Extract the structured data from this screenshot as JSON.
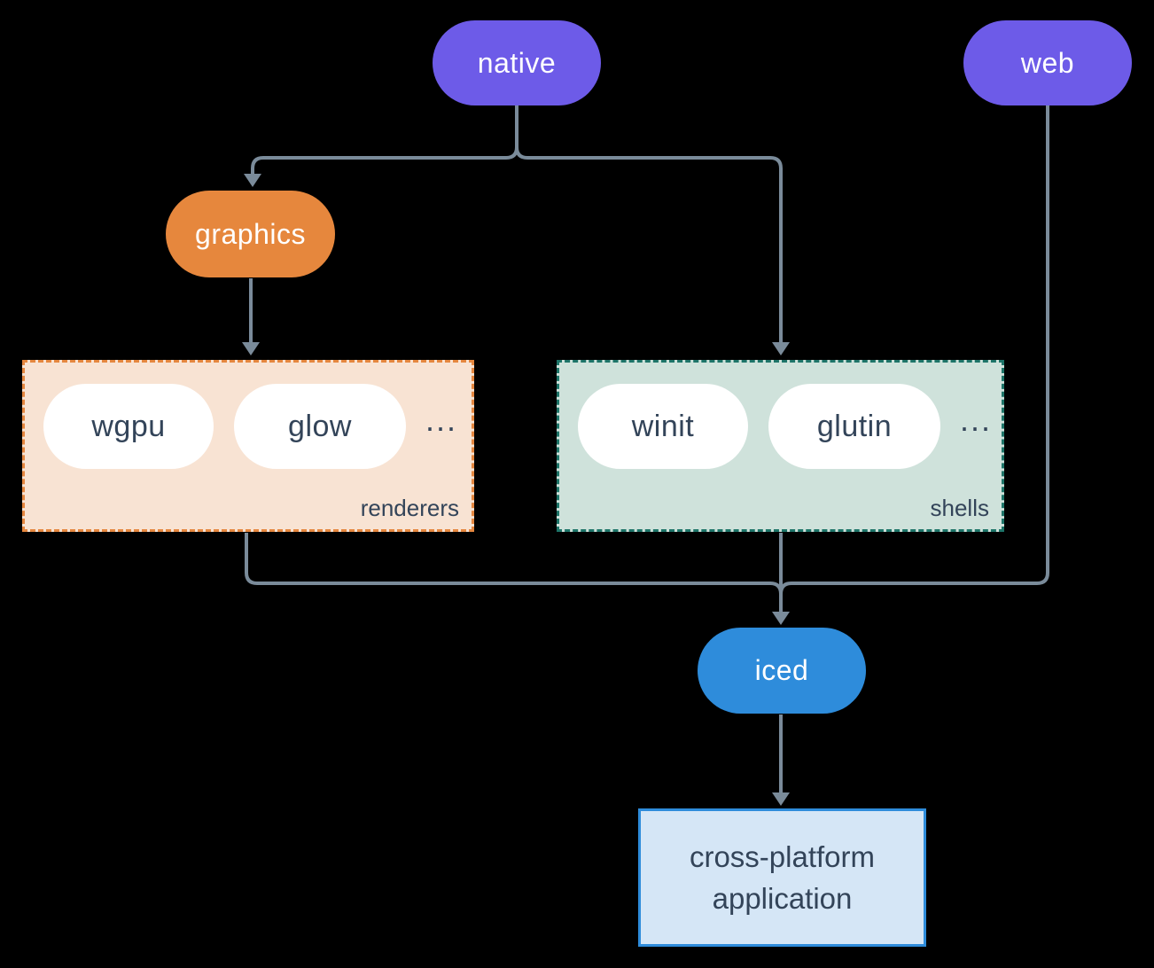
{
  "nodes": {
    "native": {
      "label": "native",
      "color": "#6D5BE8"
    },
    "web": {
      "label": "web",
      "color": "#6D5BE8"
    },
    "graphics": {
      "label": "graphics",
      "color": "#E6873D"
    },
    "iced": {
      "label": "iced",
      "color": "#2E8CDB"
    }
  },
  "groups": {
    "renderers": {
      "label": "renderers",
      "items": [
        "wgpu",
        "glow"
      ],
      "more": "...",
      "fill": "#F8E3D3",
      "border": "#E5873F"
    },
    "shells": {
      "label": "shells",
      "items": [
        "winit",
        "glutin"
      ],
      "more": "...",
      "fill": "#CFE2DB",
      "border": "#1D7468"
    }
  },
  "app_box": {
    "line1": "cross-platform",
    "line2": "application",
    "fill": "#D5E6F6",
    "border": "#2E8CDB"
  },
  "style": {
    "background": "#000000",
    "edge_color": "#7A8B9A",
    "dark_text_color": "#334459",
    "pill_text_color": "#ffffff"
  }
}
